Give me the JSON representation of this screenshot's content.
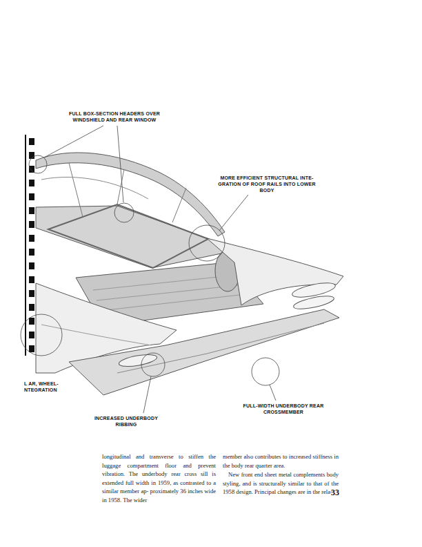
{
  "diagram": {
    "labels": [
      "FULL BOX-SECTION HEADERS OVER WINDSHIELD AND REAR WINDOW",
      "MORE EFFICIENT STRUCTURAL INTE- GRATION OF ROOF RAILS INTO LOWER BODY",
      "L AR, WHEEL- NTEGRATION",
      "INCREASED UNDERBODY RIBBING",
      "FULL-WIDTH UNDERBODY REAR CROSSMEMBER",
      "longitudinal and transverse to stiffen the luggage compartment floor and prevent vibration. The underbody rear cross sill is extended full width in 1959, as contrasted to a similar member ap- proximately 36 inches wide in 1958. The wider",
      "member also contributes to increased stiffness in the body rear quarter area.",
      "New front end sheet metal complements body styling, and is structurally similar to that of the 1958 design. Principal changes are in the rela-",
      "33"
    ]
  }
}
